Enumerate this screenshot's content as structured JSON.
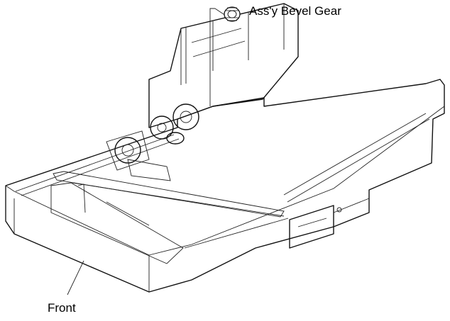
{
  "diagram": {
    "callouts": [
      {
        "id": "gear",
        "text": "Ass'y Bevel Gear"
      },
      {
        "id": "front",
        "text": "Front"
      }
    ]
  }
}
